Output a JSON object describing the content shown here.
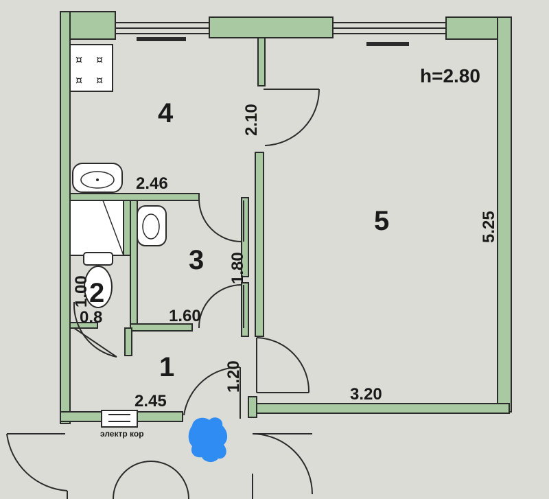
{
  "plan": {
    "height_label": "h=2.80",
    "rooms": {
      "r1": "1",
      "r2": "2",
      "r3": "3",
      "r4": "4",
      "r5": "5"
    },
    "dimensions": {
      "d_210": "2.10",
      "d_246": "2.46",
      "d_525": "5.25",
      "d_180": "1.80",
      "d_100": "1.00",
      "d_08": "0.8",
      "d_160": "1.60",
      "d_120": "1.20",
      "d_245": "2.45",
      "d_320": "3.20"
    },
    "electric_panel_label": "электр кор",
    "colors": {
      "wall_fill": "#a9c9a2",
      "wall_stroke": "#2b2b2b",
      "redaction": "#2f8cf2",
      "paper": "#dcdcd6"
    }
  }
}
